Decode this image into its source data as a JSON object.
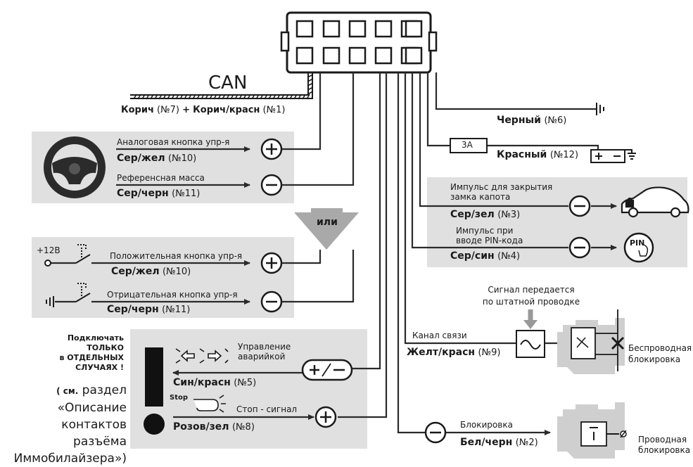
{
  "can": {
    "label": "CAN",
    "wire_color": "Корич",
    "wire_no": "(№7)",
    "plus": "+",
    "wire_color2": "Корич/красн",
    "wire_no2": "(№1)"
  },
  "wheel_panel": {
    "analog_label": "Аналоговая кнопка упр-я",
    "analog_wire": "Сер/жел",
    "analog_no": "(№10)",
    "ref_label": "Референсная масса",
    "ref_wire": "Сер/черн",
    "ref_no": "(№11)"
  },
  "or_label": "или",
  "buttons_panel": {
    "v12": "+12В",
    "pos_label": "Положительная кнопка упр-я",
    "pos_wire": "Сер/жел",
    "pos_no": "(№10)",
    "neg_label": "Отрицательная кнопка упр-я",
    "neg_wire": "Сер/черн",
    "neg_no": "(№11)"
  },
  "notice": {
    "line1": "Подключать",
    "line2": "ТОЛЬКО",
    "line3": "в ОТДЕЛЬНЫХ",
    "line4": "СЛУЧАЯХ !",
    "ref_prefix": "( см.",
    "ref_word": "раздел",
    "ref2": "«Описание",
    "ref3": "контактов",
    "ref4": "разъёма",
    "ref5": "Иммобилайзера»)"
  },
  "hazard_panel": {
    "hazard_label1": "Управление",
    "hazard_label2": "аварийкой",
    "hazard_wire": "Син/красн",
    "hazard_no": "(№5)",
    "stop_icon_text": "Stop",
    "stop_label": "Стоп - сигнал",
    "stop_wire": "Розов/зел",
    "stop_no": "(№8)"
  },
  "ground": {
    "wire": "Черный",
    "no": "(№6)"
  },
  "power": {
    "fuse": "3А",
    "wire": "Красный",
    "no": "(№12)"
  },
  "hood_panel": {
    "hood_label1": "Импульс для закрытия",
    "hood_label2": "замка капота",
    "hood_wire": "Сер/зел",
    "hood_no": "(№3)",
    "pin_label1": "Импульс при",
    "pin_label2": "вводе PIN-кода",
    "pin_wire": "Сер/син",
    "pin_no": "(№4)",
    "pin_icon_text": "PIN"
  },
  "signal": {
    "label1": "Сигнал передается",
    "label2": "по штатной проводке",
    "channel_label": "Канал связи",
    "channel_wire": "Желт/красн",
    "channel_no": "(№9)",
    "wireless1": "Беспроводная",
    "wireless2": "блокировка"
  },
  "block": {
    "label": "Блокировка",
    "wire": "Бел/черн",
    "no": "(№2)",
    "wired1": "Проводная",
    "wired2": "блокировка"
  },
  "colors": {
    "panel": "#e0e0e0",
    "wire": "#2a2a2a",
    "arrow": "#a9a9a9",
    "engine": "#cfcfcf"
  }
}
